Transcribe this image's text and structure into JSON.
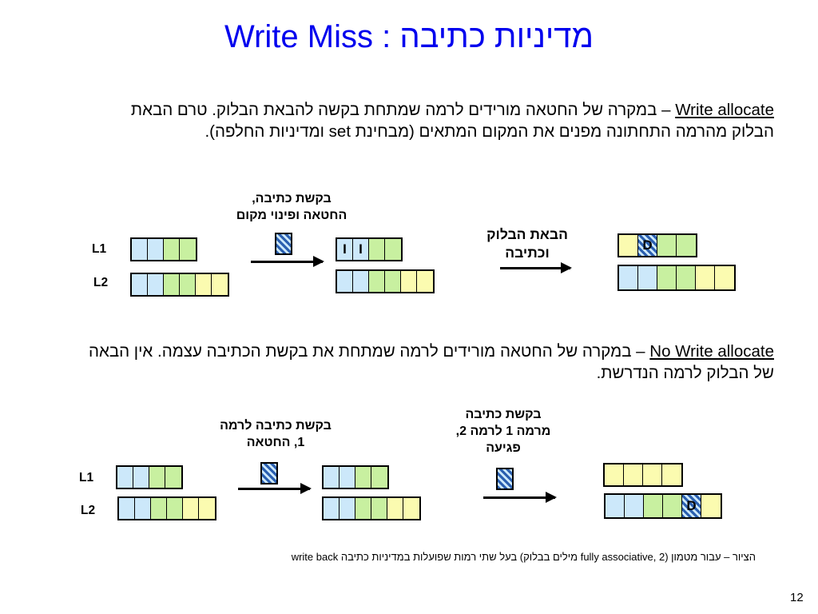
{
  "title": "Write Miss : מדיניות כתיבה",
  "write_allocate": {
    "term": " Write allocate",
    "text": "– במקרה של החטאה מורידים לרמה שמתחת בקשה להבאת הבלוק. טרם הבאת הבלוק מהרמה התחתונה מפנים את המקום המתאים (מבחינת set ומדיניות החלפה)."
  },
  "no_write_allocate": {
    "term": " No Write allocate",
    "text": "– במקרה של החטאה מורידים לרמה שמתחת את בקשת הכתיבה עצמה. אין הבאה של הבלוק לרמה הנדרשת."
  },
  "diagram1": {
    "labels": {
      "l1": "L1",
      "l2": "L2"
    },
    "step1_caption": {
      "line1": "בקשת כתיבה,",
      "line2": "החטאה ופינוי מקום"
    },
    "step2_caption": {
      "line1": "הבאת הבלוק",
      "line2": "וכתיבה"
    },
    "invalid_mark": "I",
    "dirty_mark": "D"
  },
  "diagram2": {
    "labels": {
      "l1": "L1",
      "l2": "L2"
    },
    "step1_caption": {
      "line1": "בקשת כתיבה לרמה",
      "line2": "1, החטאה"
    },
    "step2_caption": {
      "line1": "בקשת כתיבה",
      "line2": "מרמה 1 לרמה 2,",
      "line3": "פגיעה"
    },
    "dirty_mark": "D"
  },
  "footnote": "הציור – עבור מטמון (fully associative, 2 מילים בבלוק)  בעל שתי רמות שפועלות במדיניות כתיבה write back",
  "page_number": "12",
  "colors": {
    "title": "#0000ee",
    "light_blue": "#cce8fa",
    "light_green": "#c8f0a0",
    "light_yellow": "#fbfbb0",
    "hatch_blue": "#2a5fb0"
  }
}
